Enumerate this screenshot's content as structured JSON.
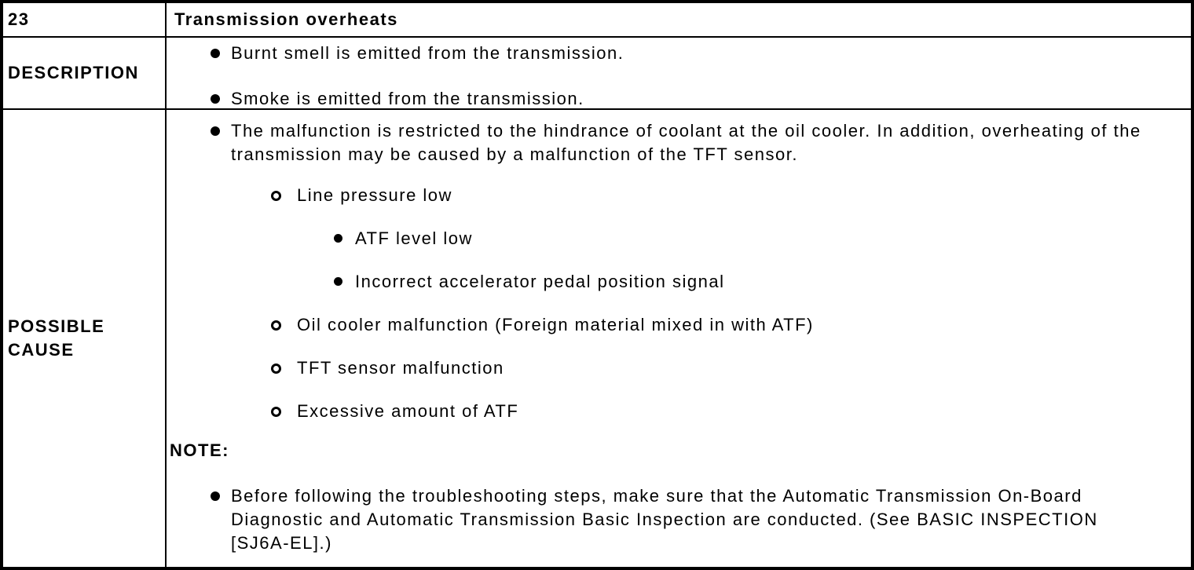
{
  "header_row": {
    "number": "23",
    "title": "Transmission overheats"
  },
  "description_row": {
    "label": "DESCRIPTION",
    "bullets": [
      "Burnt smell is emitted from the transmission.",
      "Smoke is emitted from the transmission."
    ]
  },
  "possible_cause_row": {
    "label": "POSSIBLE CAUSE",
    "intro": "The malfunction is restricted to the hindrance of coolant at the oil cooler. In addition, overheating of the transmission may be caused by a malfunction of the TFT sensor.",
    "sub_causes": [
      {
        "text": "Line pressure low",
        "children": [
          "ATF level low",
          "Incorrect accelerator pedal position signal"
        ]
      },
      {
        "text": "Oil cooler malfunction (Foreign material mixed in with ATF)",
        "children": []
      },
      {
        "text": "TFT sensor malfunction",
        "children": []
      },
      {
        "text": "Excessive amount of ATF",
        "children": []
      }
    ],
    "note_label": "NOTE:",
    "note_text": "Before following the troubleshooting steps, make sure that the Automatic Transmission On-Board Diagnostic and Automatic Transmission Basic Inspection are conducted. (See BASIC INSPECTION [SJ6A-EL].)"
  },
  "colors": {
    "border": "#000000",
    "text": "#000000",
    "background": "#ffffff"
  }
}
